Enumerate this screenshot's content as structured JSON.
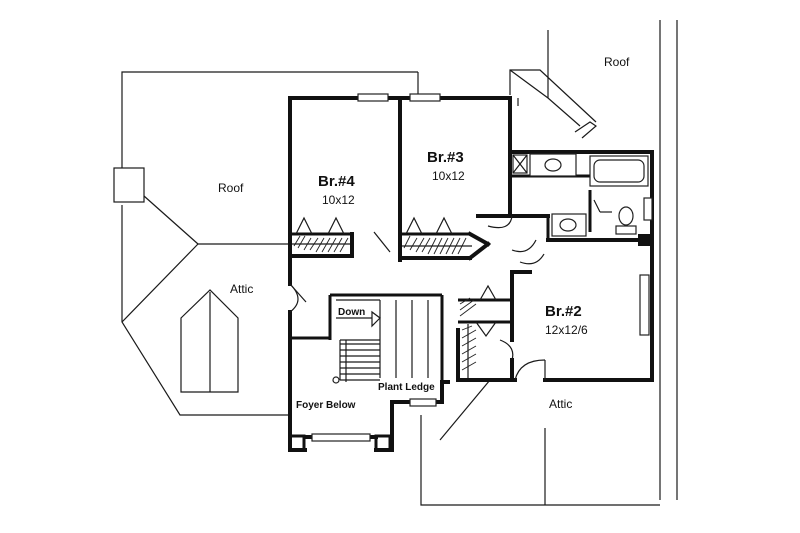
{
  "roof_labels": {
    "left": "Roof",
    "top_right": "Roof"
  },
  "attic_labels": {
    "left": "Attic",
    "right": "Attic"
  },
  "rooms": {
    "br4": {
      "name": "Br.#4",
      "size": "10x12"
    },
    "br3": {
      "name": "Br.#3",
      "size": "10x12"
    },
    "br2": {
      "name": "Br.#2",
      "size": "12x12/6"
    }
  },
  "stair_label": "Down",
  "plant_ledge": "Plant Ledge",
  "foyer_below": "Foyer Below"
}
